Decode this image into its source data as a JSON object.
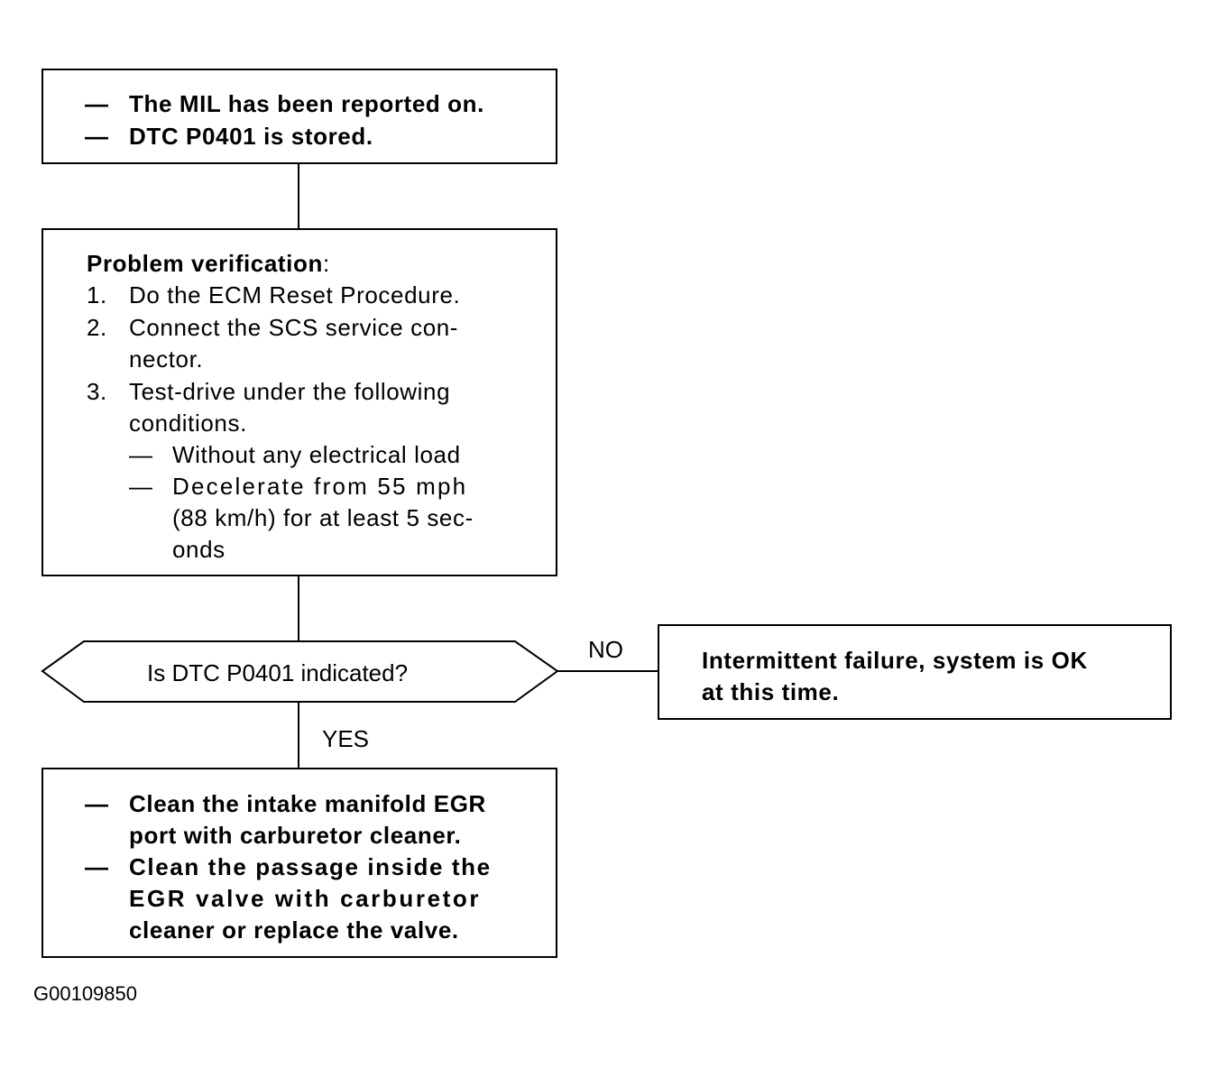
{
  "box1": {
    "items": [
      {
        "dash": "—",
        "text": "The MIL has been reported on."
      },
      {
        "dash": "—",
        "text": "DTC P0401 is stored."
      }
    ]
  },
  "box2": {
    "heading": "Problem verification",
    "heading_colon": ":",
    "steps": [
      {
        "num": "1.",
        "lines": [
          "Do the ECM Reset Procedure."
        ]
      },
      {
        "num": "2.",
        "lines": [
          "Connect the SCS service con-",
          "nector."
        ]
      },
      {
        "num": "3.",
        "lines": [
          "Test-drive under the following",
          "conditions."
        ]
      }
    ],
    "sub": [
      {
        "dash": "—",
        "lines": [
          "Without any electrical load"
        ]
      },
      {
        "dash": "—",
        "lines": [
          "Decelerate from 55 mph",
          "(88 km/h) for at least 5 sec-",
          "onds"
        ]
      }
    ]
  },
  "decision": {
    "question": "Is DTC P0401 indicated?",
    "no_label": "NO",
    "yes_label": "YES"
  },
  "no_box": {
    "lines": [
      "Intermittent failure, system is OK",
      "at this time."
    ]
  },
  "action_box": {
    "items": [
      {
        "dash": "—",
        "lines": [
          "Clean the intake manifold EGR",
          "port with carburetor cleaner."
        ]
      },
      {
        "dash": "—",
        "lines": [
          "Clean the passage inside the",
          "EGR valve with carburetor",
          "cleaner or replace the valve."
        ]
      }
    ]
  },
  "figure_id": "G00109850"
}
